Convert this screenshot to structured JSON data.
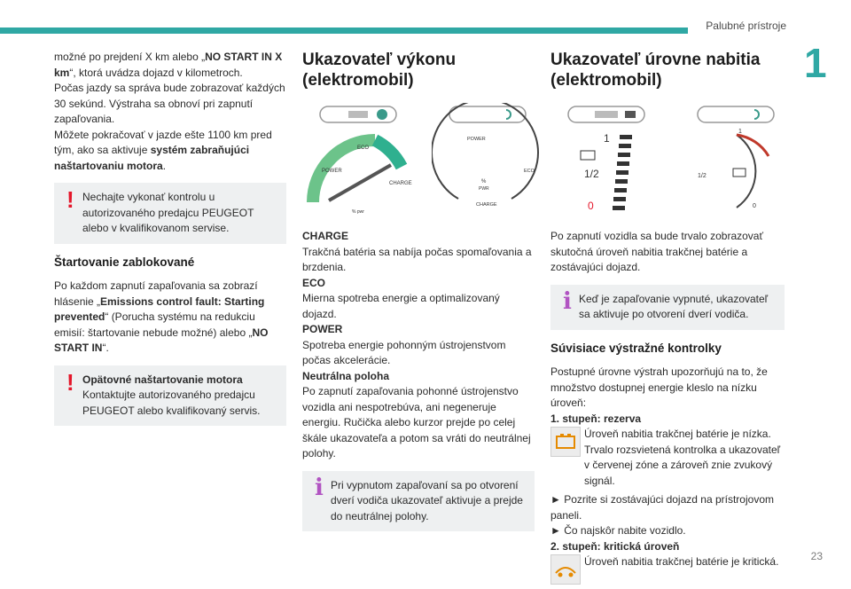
{
  "header": {
    "section_title": "Palubné prístroje",
    "chapter_number": "1",
    "page_number": "23"
  },
  "col1": {
    "p1_pre": "možné po prejdení X km alebo „",
    "p1_bold": "NO START IN X km",
    "p1_post": "“, ktorá uvádza dojazd v kilometroch.",
    "p2": "Počas jazdy sa správa bude zobrazovať každých 30 sekúnd. Výstraha sa obnoví pri zapnutí zapaľovania.",
    "p3_pre": "Môžete pokračovať v jazde ešte 1100 km pred tým, ako sa aktivuje ",
    "p3_bold": "systém zabraňujúci naštartovaniu motora",
    "p3_post": ".",
    "warn1": "Nechajte vykonať kontrolu u autorizovaného predajcu PEUGEOT alebo v kvalifikovanom servise.",
    "sub_heading": "Štartovanie zablokované",
    "p4_pre": "Po každom zapnutí zapaľovania sa zobrazí hlásenie „",
    "p4_bold": "Emissions control fault: Starting prevented",
    "p4_mid": "“ (Porucha systému na redukciu emisií: štartovanie nebude možné) alebo „",
    "p4_bold2": "NO START IN",
    "p4_post": "“.",
    "warn2_title": "Opätovné naštartovanie motora",
    "warn2_text": "Kontaktujte autorizovaného predajcu PEUGEOT alebo kvalifikovaný servis."
  },
  "col2": {
    "heading": "Ukazovateľ výkonu (elektromobil)",
    "gauge1": {
      "power": "POWER",
      "eco": "ECO",
      "charge": "CHARGE",
      "pwr": "% pwr"
    },
    "gauge2": {
      "power": "POWER",
      "eco": "ECO",
      "charge": "CHARGE",
      "pct": "%",
      "pwr": "PWR"
    },
    "charge_title": "CHARGE",
    "charge_text": "Trakčná batéria sa nabíja počas spomaľovania a brzdenia.",
    "eco_title": "ECO",
    "eco_text": "Mierna spotreba energie a optimalizovaný dojazd.",
    "power_title": "POWER",
    "power_text": "Spotreba energie pohonným ústrojenstvom počas akcelerácie.",
    "neutral_title": "Neutrálna poloha",
    "neutral_text": "Po zapnutí zapaľovania pohonné ústrojenstvo vozidla ani nespotrebúva, ani negeneruje energiu. Ručička alebo kurzor prejde po celej škále ukazovateľa a potom sa vráti do neutrálnej polohy.",
    "info": "Pri vypnutom zapaľovaní sa po otvorení dverí vodiča ukazovateľ aktivuje a prejde do neutrálnej polohy."
  },
  "col3": {
    "heading": "Ukazovateľ úrovne nabitia (elektromobil)",
    "fig1_labels": [
      "1",
      "1/2",
      "0"
    ],
    "fig2_labels": [
      "1",
      "1/2",
      "0"
    ],
    "p1": "Po zapnutí vozidla sa bude trvalo zobrazovať skutočná úroveň nabitia trakčnej batérie a zostávajúci dojazd.",
    "info": "Keď je zapaľovanie vypnuté, ukazovateľ sa aktivuje po otvorení dverí vodiča.",
    "sub_heading": "Súvisiace výstražné kontrolky",
    "p2": "Postupné úrovne výstrah upozorňujú na to, že množstvo dostupnej energie kleslo na nízku úroveň:",
    "lvl1_title": "1. stupeň: rezerva",
    "lvl1_text": "Úroveň nabitia trakčnej batérie je nízka. Trvalo rozsvietená kontrolka a ukazovateľ v červenej zóne a zároveň znie zvukový signál.",
    "bullet1": "► Pozrite si zostávajúci dojazd na prístrojovom paneli.",
    "bullet2": "► Čo najskôr nabite vozidlo.",
    "lvl2_title": "2. stupeň: kritická úroveň",
    "lvl2_text": "Úroveň nabitia trakčnej batérie je kritická."
  },
  "colors": {
    "accent": "#2fa8a4",
    "warning": "#e4162a",
    "info": "#b154c2",
    "eco_green": "#3fae6a"
  },
  "icons": {
    "warning": "exclamation-icon",
    "info": "info-i-icon",
    "battery": "battery-warning-icon",
    "car": "car-battery-icon"
  }
}
